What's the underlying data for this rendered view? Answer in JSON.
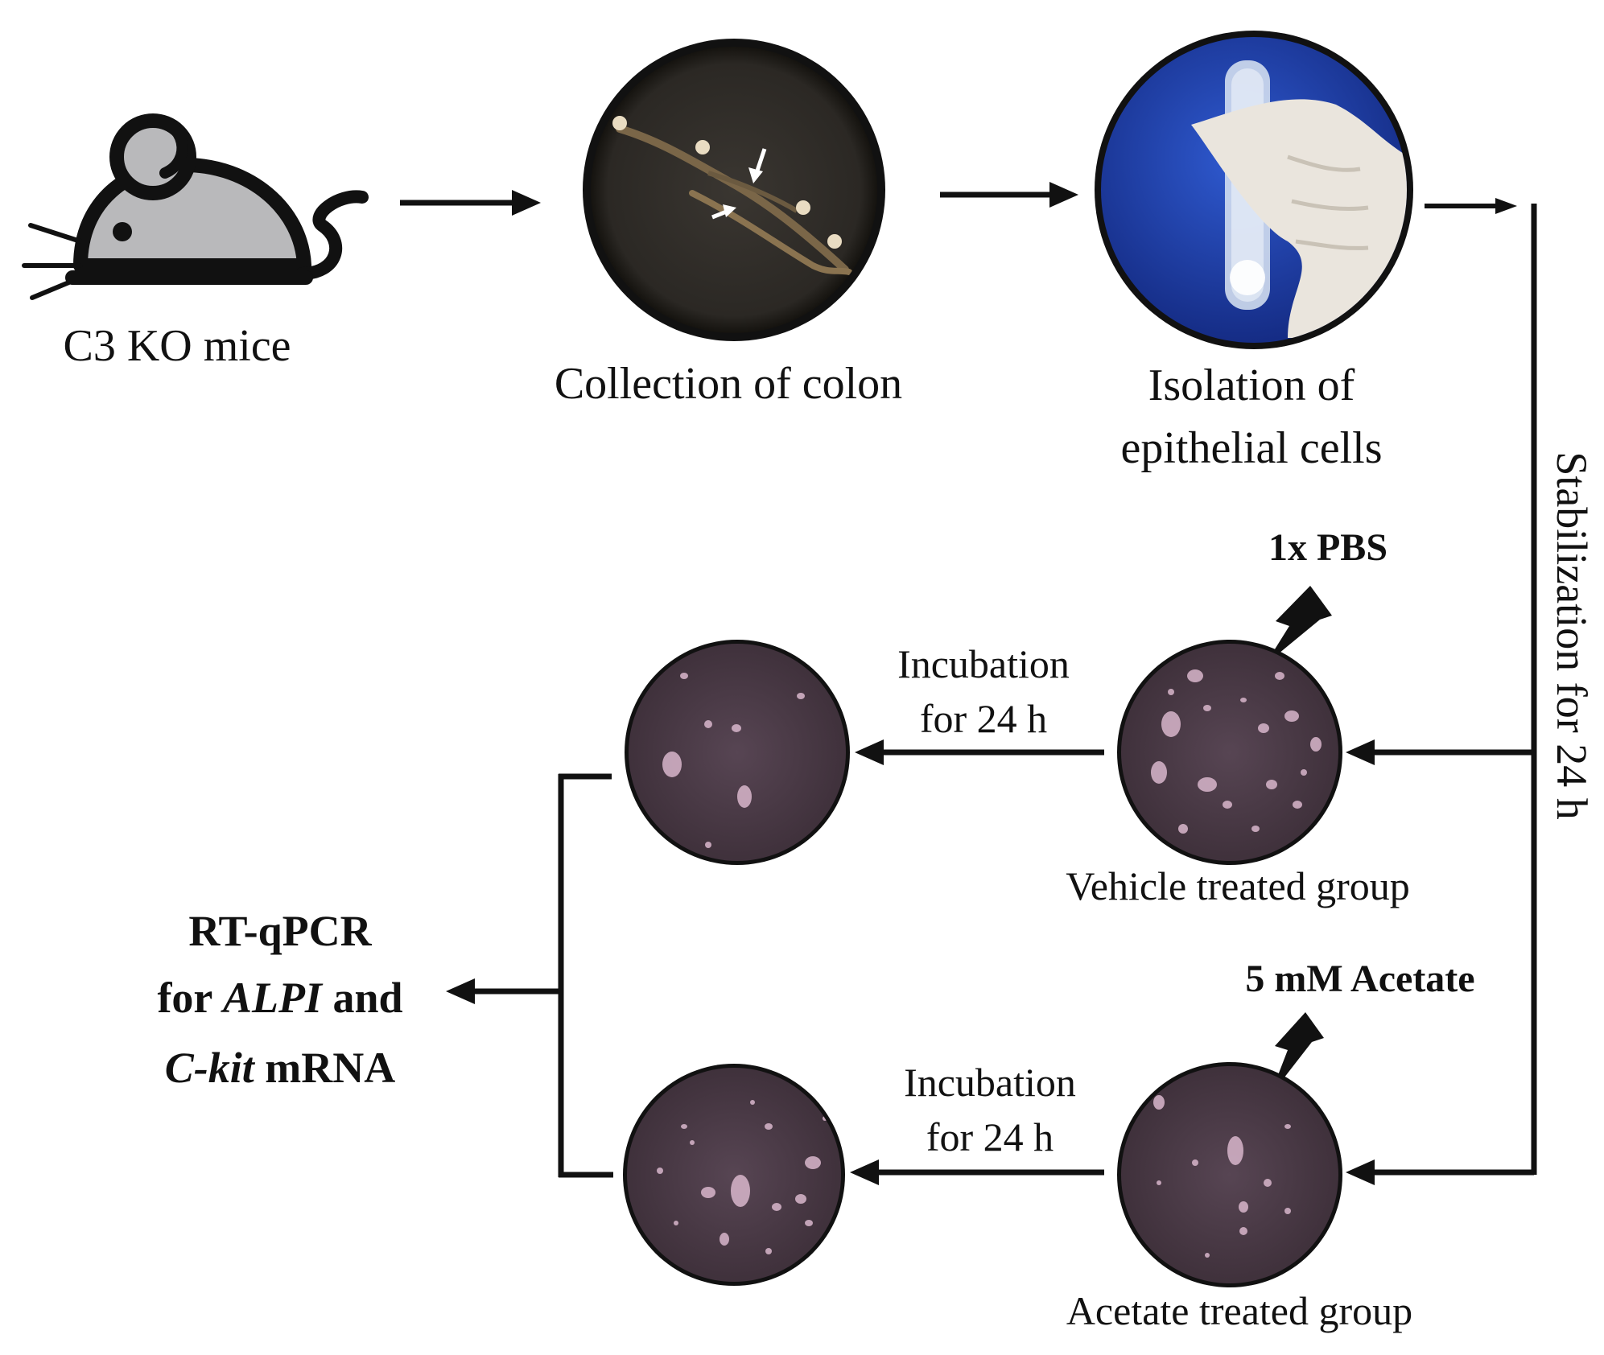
{
  "steps": {
    "mouse_label": "C3 KO mice",
    "colon_label": "Collection of colon",
    "isolation_label_line1": "Isolation of",
    "isolation_label_line2": "epithelial cells"
  },
  "stabilization_label": "Stabilization for 24 h",
  "vehicle": {
    "treatment": "1x PBS",
    "incubation_line1": "Incubation",
    "incubation_line2": "for 24 h",
    "group_label": "Vehicle treated group"
  },
  "acetate": {
    "treatment": "5 mM Acetate",
    "incubation_line1": "Incubation",
    "incubation_line2": "for 24 h",
    "group_label": "Acetate treated group"
  },
  "readout": {
    "line1": "RT-qPCR",
    "line2_prefix": "for ",
    "line2_gene": "ALPI",
    "line2_suffix": " and",
    "line3_gene": "C-kit",
    "line3_suffix": " mRNA"
  },
  "colors": {
    "mouse_fill": "#b9b9bb",
    "culture_bg": "#4a3a45",
    "cell_color": "#d9b7cc",
    "glove_bg": "#1f3fa0",
    "petri_bg": "#2e2b27"
  }
}
